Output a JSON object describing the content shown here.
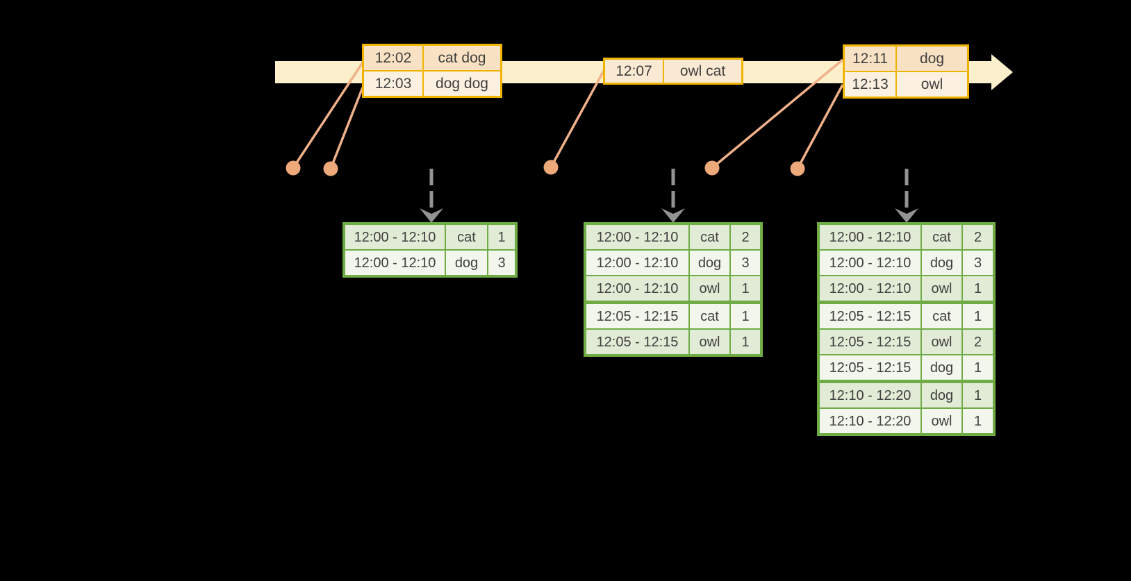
{
  "palette": {
    "background": "#000000",
    "timeline_band": "#FBF0CB",
    "event_table_border": "#F0B400",
    "event_row_dark": "#F9E2C3",
    "event_row_light": "#FCF1E1",
    "event_row_single": "#FBEAD3",
    "event_dot": "#EEA97B",
    "connector_line": "#EFB18A",
    "trigger_arrow": "#939393",
    "result_table_border": "#6FAC45",
    "result_row_dark": "#E1EBD5",
    "result_row_light": "#F2F6EC",
    "text": "#3F3F3F"
  },
  "event_tables": [
    {
      "rows": [
        {
          "time": "12:02",
          "words": "cat dog"
        },
        {
          "time": "12:03",
          "words": "dog dog"
        }
      ]
    },
    {
      "rows": [
        {
          "time": "12:07",
          "words": "owl cat"
        }
      ]
    },
    {
      "rows": [
        {
          "time": "12:11",
          "words": "dog"
        },
        {
          "time": "12:13",
          "words": "owl"
        }
      ]
    }
  ],
  "result_tables": [
    {
      "rows": [
        [
          "12:00 - 12:10",
          "cat",
          "1"
        ],
        [
          "12:00 - 12:10",
          "dog",
          "3"
        ]
      ]
    },
    {
      "rows": [
        [
          "12:00 - 12:10",
          "cat",
          "2"
        ],
        [
          "12:00 - 12:10",
          "dog",
          "3"
        ],
        [
          "12:00 - 12:10",
          "owl",
          "1"
        ],
        [
          "12:05 - 12:15",
          "cat",
          "1"
        ],
        [
          "12:05 - 12:15",
          "owl",
          "1"
        ]
      ]
    },
    {
      "rows": [
        [
          "12:00 - 12:10",
          "cat",
          "2"
        ],
        [
          "12:00 - 12:10",
          "dog",
          "3"
        ],
        [
          "12:00 - 12:10",
          "owl",
          "1"
        ],
        [
          "12:05 - 12:15",
          "cat",
          "1"
        ],
        [
          "12:05 - 12:15",
          "owl",
          "2"
        ],
        [
          "12:05 - 12:15",
          "dog",
          "1"
        ],
        [
          "12:10 - 12:20",
          "dog",
          "1"
        ],
        [
          "12:10 - 12:20",
          "owl",
          "1"
        ]
      ]
    }
  ]
}
